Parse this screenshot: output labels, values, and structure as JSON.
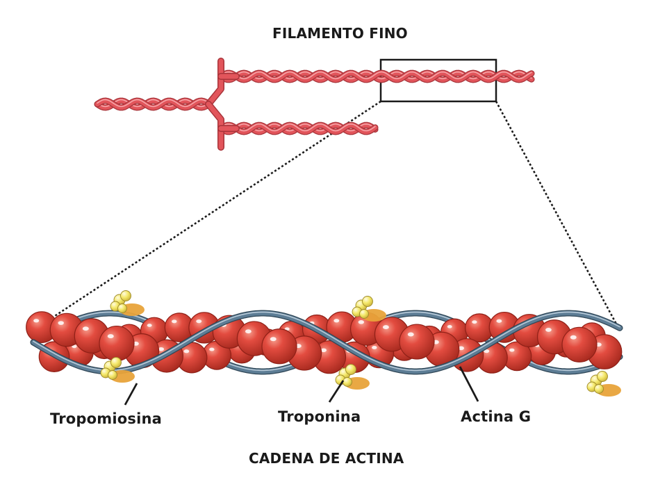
{
  "diagram": {
    "top_title": "FILAMENTO FINO",
    "bottom_title": "CADENA DE ACTINA",
    "labels": {
      "tropomiosina": "Tropomiosina",
      "troponina": "Troponina",
      "actina_g": "Actina G"
    }
  },
  "colors": {
    "actin": "#d9433a",
    "actin_dark": "#8f2017",
    "filament": "#e2555b",
    "tropomyosin": "#5d7d95",
    "troponin": "#f2e35c",
    "troponin_shadow": "#e8a33a",
    "outline": "#1a1a1a"
  }
}
